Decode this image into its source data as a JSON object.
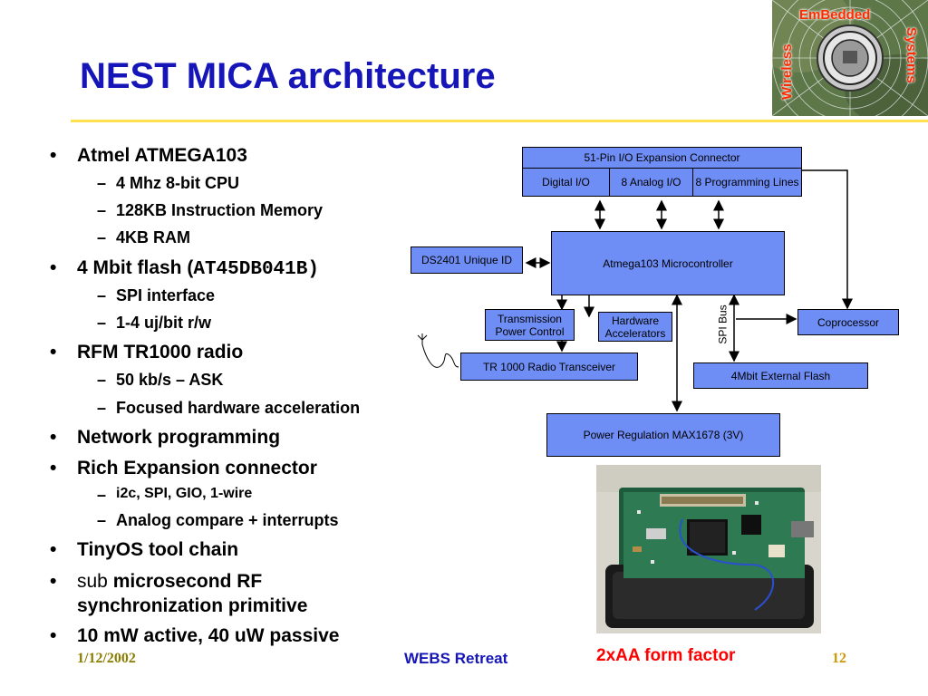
{
  "slide": {
    "title": "NEST MICA architecture",
    "logo": {
      "top": "EmBedded",
      "left": "Wireless",
      "right": "Systems"
    },
    "bullets": [
      {
        "text": "Atmel ATMEGA103"
      },
      {
        "text": "4 Mhz 8-bit CPU"
      },
      {
        "text": "128KB Instruction Memory"
      },
      {
        "text": "4KB RAM"
      },
      {
        "text": "4 Mbit flash (",
        "mono": "AT45DB041B)"
      },
      {
        "text": "SPI interface"
      },
      {
        "text": "1-4 uj/bit r/w"
      },
      {
        "text": "RFM TR1000 radio"
      },
      {
        "text": "50 kb/s – ASK"
      },
      {
        "text": "Focused hardware acceleration"
      },
      {
        "text": "Network programming"
      },
      {
        "text": "Rich Expansion connector"
      },
      {
        "text": "i2c, SPI, GIO, 1-wire"
      },
      {
        "text": "Analog compare + interrupts"
      },
      {
        "text": "TinyOS tool chain"
      },
      {
        "text": "sub",
        "rest": " microsecond RF"
      },
      {
        "text": "synchronization primitive"
      },
      {
        "text": "10 mW active, 40 uW passive"
      }
    ],
    "diagram": {
      "expansion_connector": "51-Pin I/O Expansion Connector",
      "digital_io": "Digital I/O",
      "analog_io": "8 Analog I/O",
      "programming_lines": "8 Programming Lines",
      "ds2401": "DS2401 Unique ID",
      "mcu": "Atmega103 Microcontroller",
      "tx_power": "Transmission Power Control",
      "hw_accel": "Hardware Accelerators",
      "spi_bus": "SPI Bus",
      "coprocessor": "Coprocessor",
      "radio": "TR 1000 Radio Transceiver",
      "flash": "4Mbit External Flash",
      "power": "Power Regulation MAX1678 (3V)"
    },
    "photo_caption": "2xAA form factor",
    "footer": {
      "date": "1/12/2002",
      "event": "WEBS Retreat",
      "page": "12"
    },
    "colors": {
      "title": "#1515b8",
      "rule": "#ffe14d",
      "box_fill": "#6f8ef5",
      "caption": "#ff0000",
      "footer_date": "#8b7d00",
      "footer_event": "#1515b8",
      "footer_page": "#cc9900"
    }
  }
}
